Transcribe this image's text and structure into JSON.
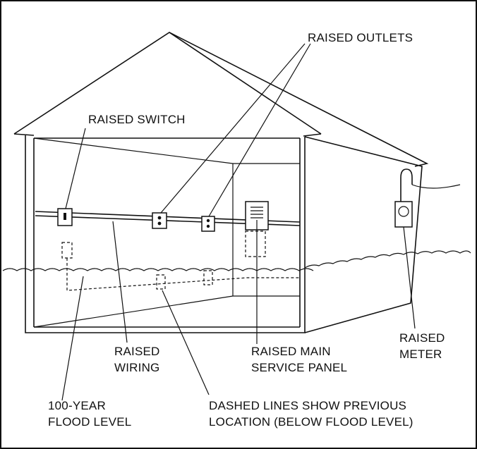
{
  "labels": {
    "raised_outlets": "RAISED OUTLETS",
    "raised_switch": "RAISED SWITCH",
    "raised_meter_1": "RAISED",
    "raised_meter_2": "METER",
    "raised_wiring_1": "RAISED",
    "raised_wiring_2": "WIRING",
    "raised_panel_1": "RAISED MAIN",
    "raised_panel_2": "SERVICE PANEL",
    "flood_level_1": "100-YEAR",
    "flood_level_2": "FLOOD LEVEL",
    "dashed_note_1": "DASHED LINES SHOW PREVIOUS",
    "dashed_note_2": "LOCATION (BELOW FLOOD LEVEL)"
  }
}
